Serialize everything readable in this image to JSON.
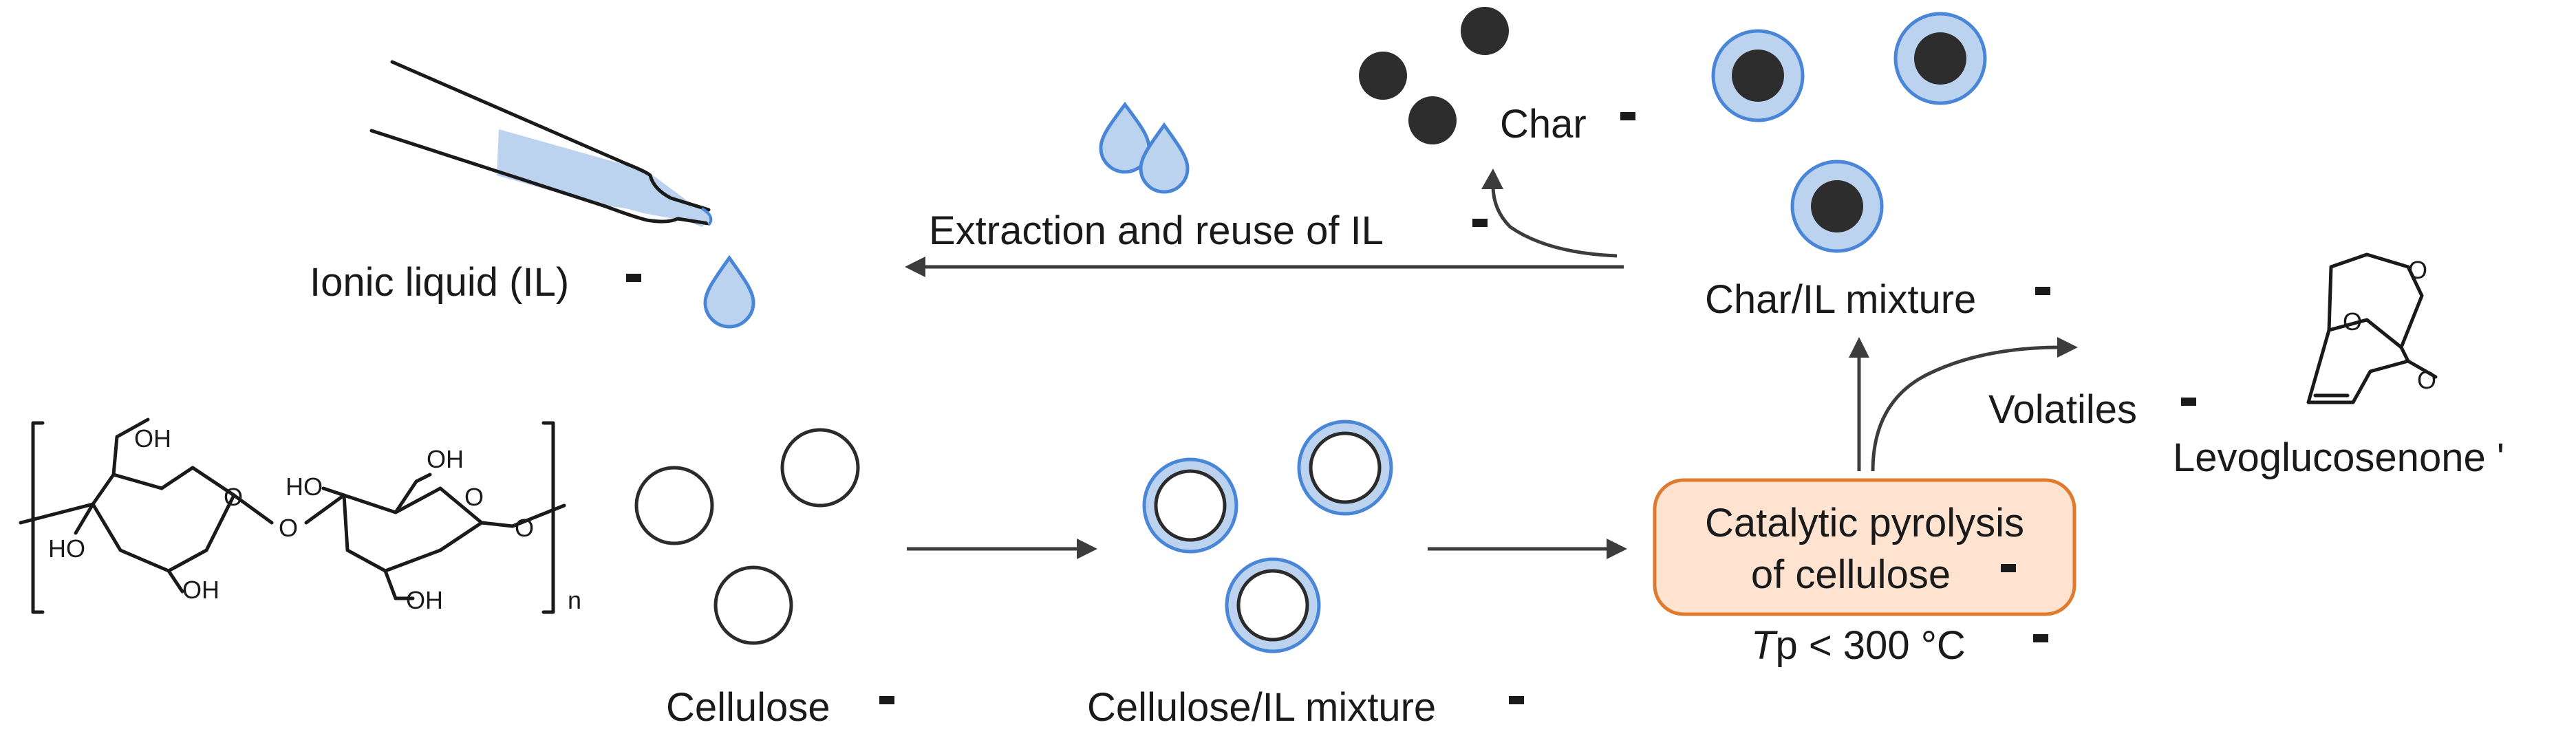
{
  "labels": {
    "ionic_liquid": "Ionic liquid (IL)",
    "extraction": "Extraction and reuse of IL",
    "char": "Char",
    "char_il_mixture": "Char/IL mixture",
    "volatiles": "Volatiles",
    "levoglucosenone": "Levoglucosenone '",
    "cellulose": "Cellulose",
    "cellulose_il_mixture": "Cellulose/IL mixture",
    "pyrolysis_line1": "Catalytic pyrolysis",
    "pyrolysis_line2": "of cellulose",
    "temperature_symbol": "T",
    "temperature_subscript": "p",
    "temperature_rest": " < 300 °C"
  },
  "cellulose_structure": {
    "hydroxyl_labels": [
      "OH",
      "HO",
      "OH",
      "HO",
      "OH",
      "OH"
    ],
    "ring_oxygen": "O",
    "glycosidic_oxygen": "O",
    "terminal_oxygen": "O",
    "repeat_index": "n"
  },
  "levoglucosenone_structure": {
    "oxygen_labels": [
      "O",
      "O",
      "O"
    ]
  },
  "colors": {
    "il_fill": "#bcd3ef",
    "il_stroke": "#4a86d8",
    "char": "#2d2d2d",
    "pyrolysis_box_fill": "#fde3d0",
    "pyrolysis_box_stroke": "#e07a2e",
    "arrow": "#3c3c3c"
  }
}
